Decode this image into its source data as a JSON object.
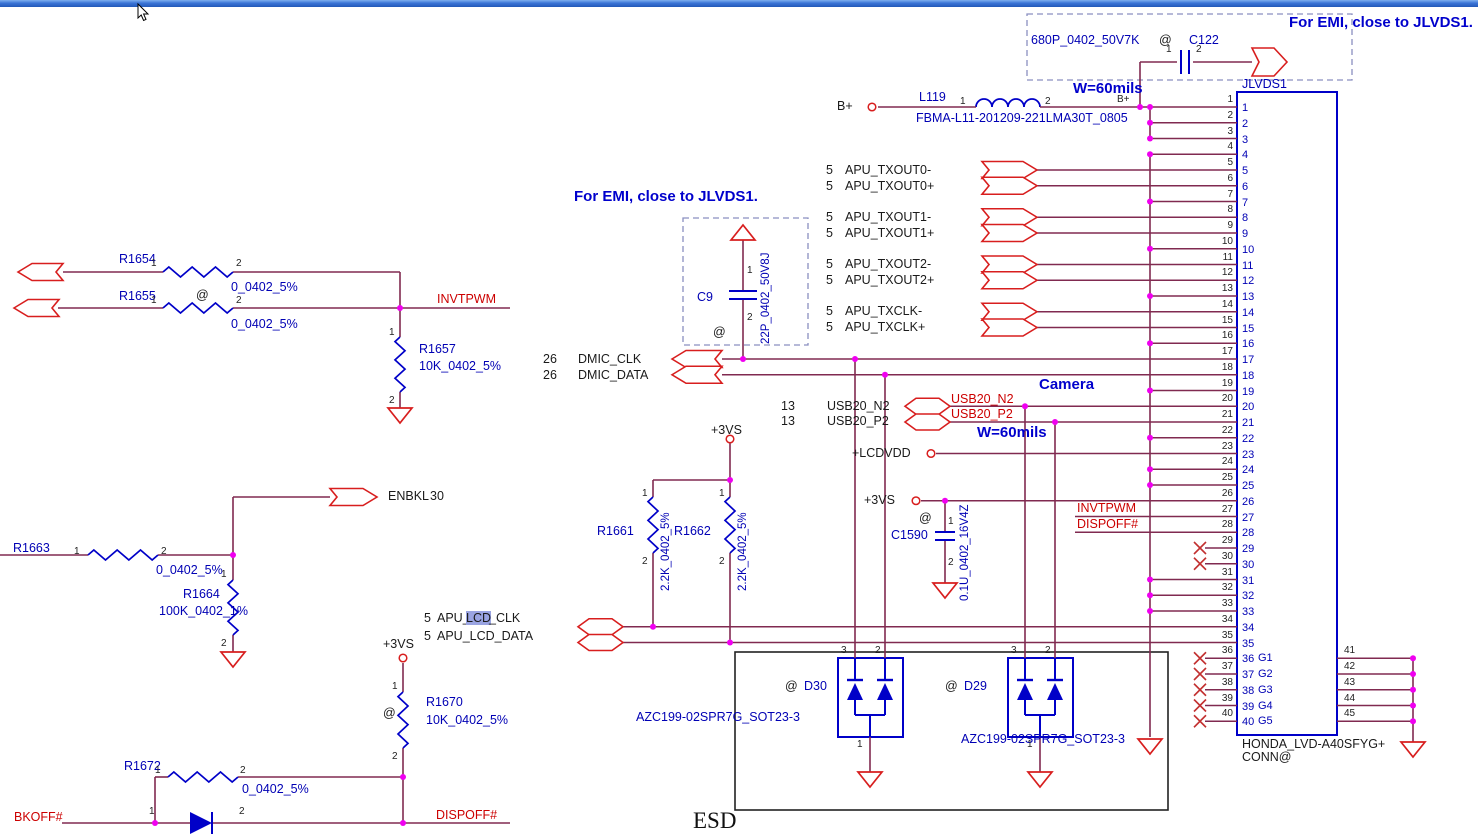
{
  "annotations": {
    "emi_top": "For EMI, close to JLVDS1.",
    "emi_mid": "For EMI, close to JLVDS1.",
    "w60_top": "W=60mils",
    "w60_mid": "W=60mils",
    "camera": "Camera",
    "esd_label": "ESD"
  },
  "icons": {
    "mouse_cursor": "arrow-pointer"
  },
  "connector": {
    "ref": "JLVDS1",
    "part_number": "HONDA_LVD-A40SFYG+",
    "value": "CONN@",
    "pin_numbers": [
      "1",
      "2",
      "3",
      "4",
      "5",
      "6",
      "7",
      "8",
      "9",
      "10",
      "11",
      "12",
      "13",
      "14",
      "15",
      "16",
      "17",
      "18",
      "19",
      "20",
      "21",
      "22",
      "23",
      "24",
      "25",
      "26",
      "27",
      "28",
      "29",
      "30",
      "31",
      "32",
      "33",
      "34",
      "35",
      "36",
      "37",
      "38",
      "39",
      "40"
    ],
    "g_pins": [
      {
        "name": "G1",
        "num": "41"
      },
      {
        "name": "G2",
        "num": "42"
      },
      {
        "name": "G3",
        "num": "43"
      },
      {
        "name": "G4",
        "num": "44"
      },
      {
        "name": "G5",
        "num": "45"
      }
    ]
  },
  "components": {
    "c122": {
      "ref": "C122",
      "value": "680P_0402_50V7K",
      "at": "@",
      "p1": "1",
      "p2": "2"
    },
    "l119": {
      "ref": "L119",
      "value": "FBMA-L11-201209-221LMA30T_0805",
      "p1": "1",
      "p2": "2"
    },
    "c9": {
      "ref": "C9",
      "value": "22P_0402_50V8J",
      "at": "@",
      "p1": "1",
      "p2": "2"
    },
    "r1654": {
      "ref": "R1654",
      "value": "0_0402_5%",
      "p1": "1",
      "p2": "2"
    },
    "r1655": {
      "ref": "R1655",
      "value": "0_0402_5%",
      "at": "@",
      "p1": "1",
      "p2": "2"
    },
    "r1657": {
      "ref": "R1657",
      "value": "10K_0402_5%",
      "p1": "1",
      "p2": "2"
    },
    "r1661": {
      "ref": "R1661",
      "value": "2.2K_0402_5%",
      "p1": "1",
      "p2": "2"
    },
    "r1662": {
      "ref": "R1662",
      "value": "2.2K_0402_5%",
      "p1": "1",
      "p2": "2"
    },
    "r1663": {
      "ref": "R1663",
      "value": "0_0402_5%",
      "p1": "1",
      "p2": "2"
    },
    "r1664": {
      "ref": "R1664",
      "value": "100K_0402_1%",
      "p1": "1",
      "p2": "2"
    },
    "r1670": {
      "ref": "R1670",
      "value": "10K_0402_5%",
      "at": "@",
      "p1": "1",
      "p2": "2"
    },
    "r1672": {
      "ref": "R1672",
      "value": "0_0402_5%",
      "p1": "1",
      "p2": "2"
    },
    "c1590": {
      "ref": "C1590",
      "value": "0.1U_0402_16V4Z",
      "at": "@",
      "p1": "1",
      "p2": "2"
    },
    "d30": {
      "ref": "D30",
      "value": "AZC199-02SPR7G_SOT23-3",
      "at": "@",
      "p1": "1",
      "p2": "2",
      "p3": "3"
    },
    "d29": {
      "ref": "D29",
      "value": "AZC199-02SPR7G_SOT23-3",
      "at": "@",
      "p1": "1",
      "p2": "2",
      "p3": "3"
    },
    "d_bottom": {
      "p1": "1",
      "p2": "2"
    }
  },
  "nets": {
    "bplus_left": "B+",
    "bplus_red": "B+",
    "invtpwm_left": "INVTPWM",
    "invtpwm_conn": "INVTPWM",
    "dispoff_conn": "DISPOFF#",
    "dispoff_bottom": "DISPOFF#",
    "bkoff": "BKOFF#",
    "enbkl": {
      "name": "ENBKL",
      "page": "30"
    },
    "plus3vs_a": "+3VS",
    "plus3vs_b": "+3VS",
    "plus3vs_c": "+3VS",
    "lcdvdd": "+LCDVDD",
    "dmic": [
      {
        "page": "26",
        "name": "DMIC_CLK"
      },
      {
        "page": "26",
        "name": "DMIC_DATA"
      }
    ],
    "usb": [
      {
        "page": "13",
        "name": "USB20_N2"
      },
      {
        "page": "13",
        "name": "USB20_P2"
      }
    ],
    "usb_red": [
      "USB20_N2",
      "USB20_P2"
    ],
    "tx": [
      {
        "page": "5",
        "name": "APU_TXOUT0-"
      },
      {
        "page": "5",
        "name": "APU_TXOUT0+"
      },
      {
        "page": "5",
        "name": "APU_TXOUT1-"
      },
      {
        "page": "5",
        "name": "APU_TXOUT1+"
      },
      {
        "page": "5",
        "name": "APU_TXOUT2-"
      },
      {
        "page": "5",
        "name": "APU_TXOUT2+"
      },
      {
        "page": "5",
        "name": "APU_TXCLK-"
      },
      {
        "page": "5",
        "name": "APU_TXCLK+"
      }
    ],
    "lcd_clk": {
      "page": "5",
      "pre": "APU_",
      "hl": "LCD",
      "post": "_CLK"
    },
    "lcd_data": {
      "page": "5",
      "name": "APU_LCD_DATA"
    }
  },
  "colors": {
    "wire": "#802a50",
    "component_blue": "#0000c8",
    "text_blue": "#0000b4",
    "annotation_blue": "#0000cc",
    "net_red": "#cc0000",
    "port_red": "#d81e1e",
    "junction_magenta": "#f000f0",
    "selection_highlight": "#9aa4e2",
    "titlebar_blue": "#3a73d6"
  }
}
